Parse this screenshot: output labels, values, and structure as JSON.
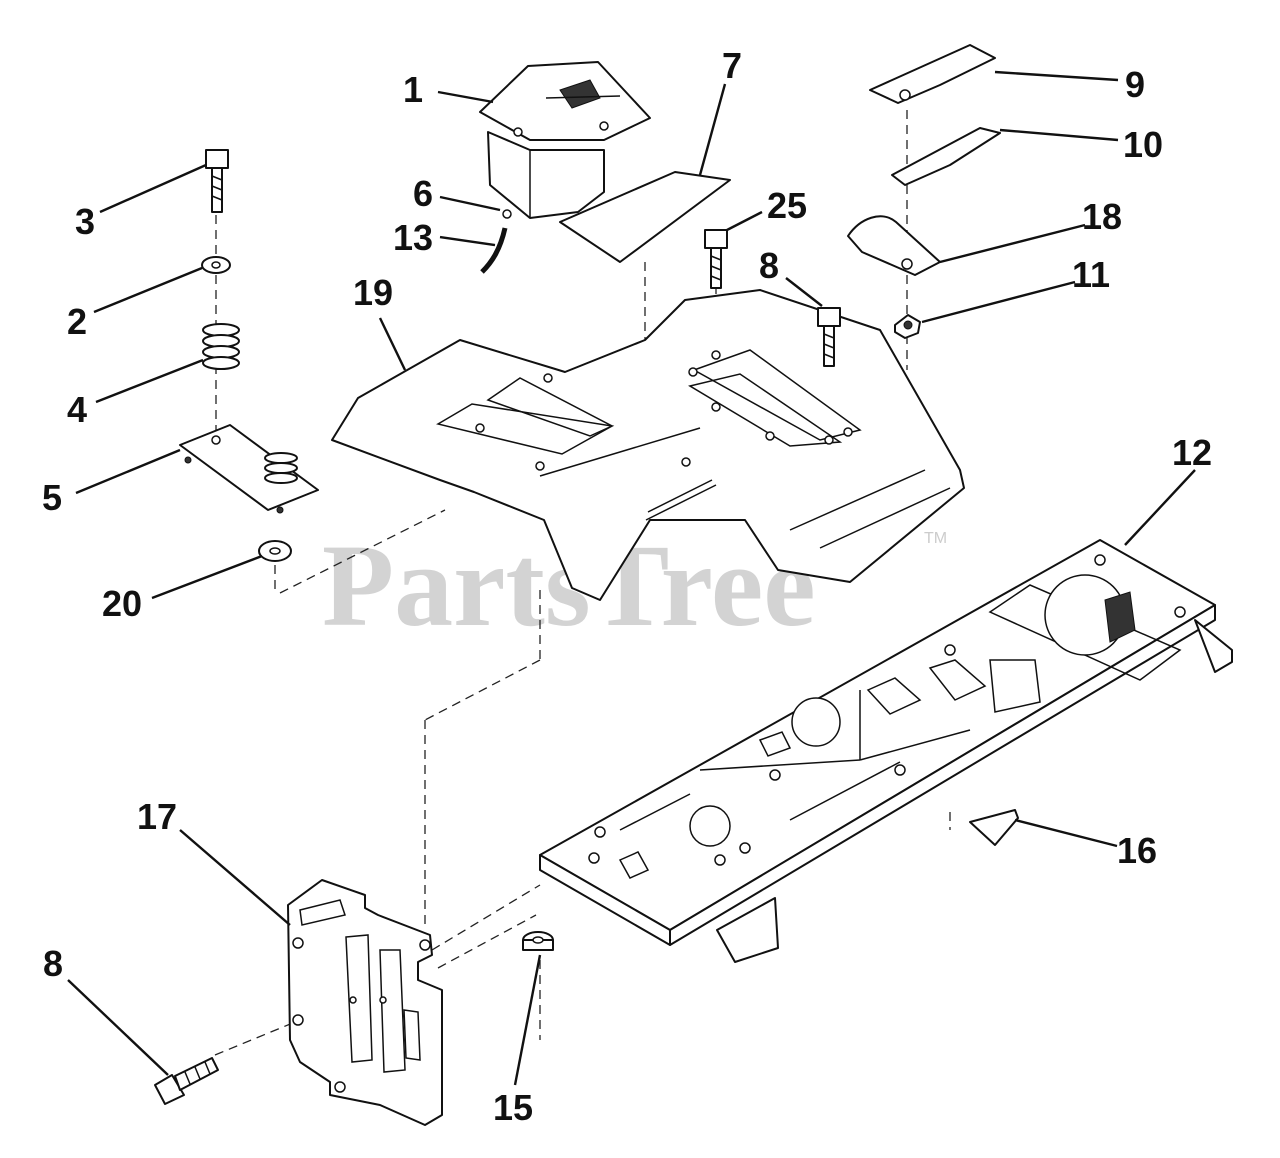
{
  "watermark": {
    "text": "PartsTree",
    "trademark": "TM"
  },
  "callouts": [
    {
      "id": "callout-1",
      "text": "1"
    },
    {
      "id": "callout-7",
      "text": "7"
    },
    {
      "id": "callout-9",
      "text": "9"
    },
    {
      "id": "callout-10",
      "text": "10"
    },
    {
      "id": "callout-3",
      "text": "3"
    },
    {
      "id": "callout-6",
      "text": "6"
    },
    {
      "id": "callout-25",
      "text": "25"
    },
    {
      "id": "callout-13",
      "text": "13"
    },
    {
      "id": "callout-18",
      "text": "18"
    },
    {
      "id": "callout-2",
      "text": "2"
    },
    {
      "id": "callout-8-top",
      "text": "8"
    },
    {
      "id": "callout-11",
      "text": "11"
    },
    {
      "id": "callout-19",
      "text": "19"
    },
    {
      "id": "callout-4",
      "text": "4"
    },
    {
      "id": "callout-5",
      "text": "5"
    },
    {
      "id": "callout-12",
      "text": "12"
    },
    {
      "id": "callout-20",
      "text": "20"
    },
    {
      "id": "callout-17",
      "text": "17"
    },
    {
      "id": "callout-16",
      "text": "16"
    },
    {
      "id": "callout-8-bottom",
      "text": "8"
    },
    {
      "id": "callout-15",
      "text": "15"
    }
  ]
}
